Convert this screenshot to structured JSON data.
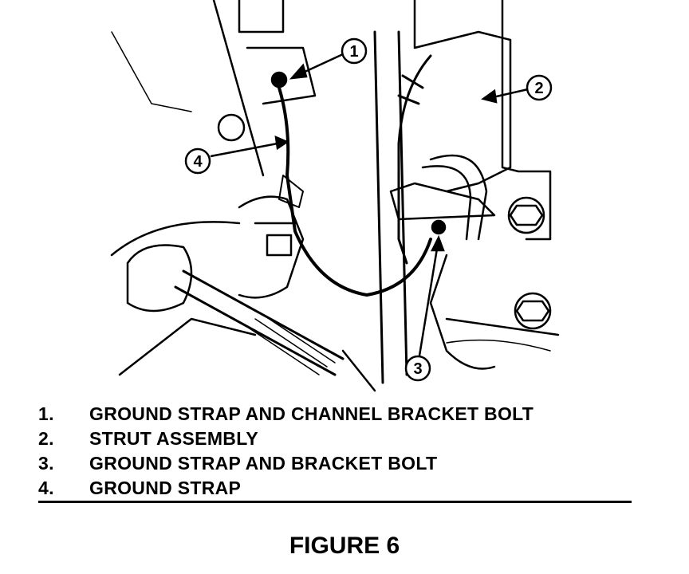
{
  "callouts": [
    "1",
    "2",
    "3",
    "4"
  ],
  "legend": {
    "items": [
      {
        "number": "1.",
        "text": "GROUND STRAP AND CHANNEL BRACKET BOLT"
      },
      {
        "number": "2.",
        "text": "STRUT ASSEMBLY"
      },
      {
        "number": "3.",
        "text": "GROUND STRAP AND BRACKET BOLT"
      },
      {
        "number": "4.",
        "text": "GROUND STRAP"
      }
    ]
  },
  "figure_caption": "FIGURE 6"
}
